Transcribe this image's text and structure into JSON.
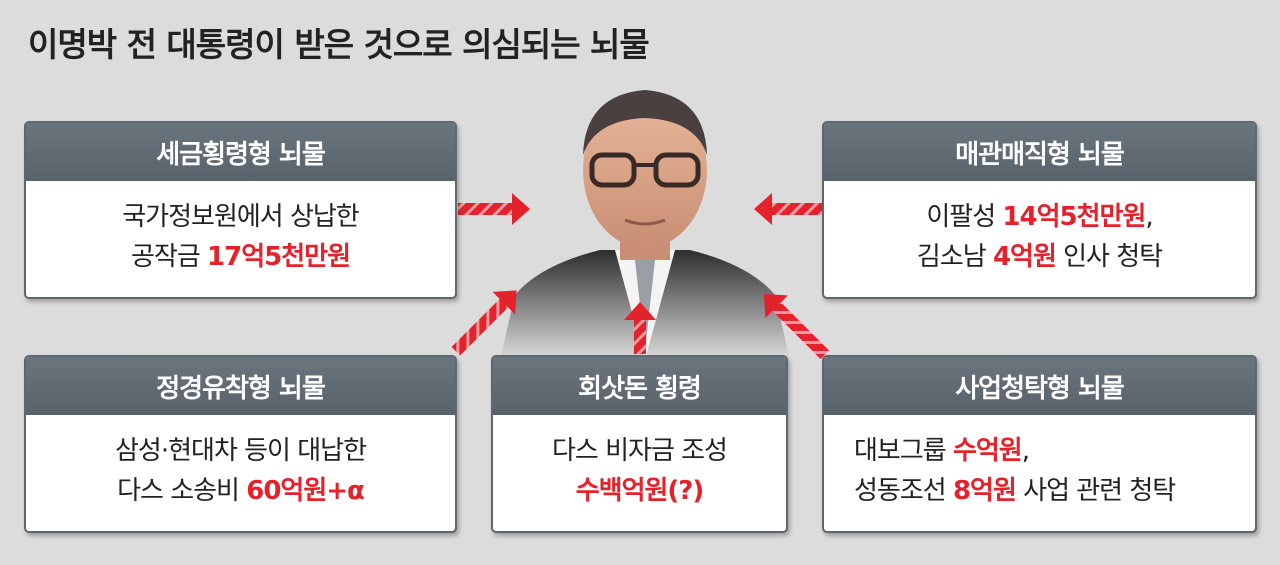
{
  "title": "이명박 전 대통령이 받은 것으로 의심되는 뇌물",
  "colors": {
    "header": "#5f6971",
    "highlight": "#e3222b",
    "arrow": "#e3222b",
    "background": "#dcdcdc"
  },
  "cards": {
    "tax": {
      "title": "세금횡령형 뇌물",
      "line1": "국가정보원에서 상납한",
      "line2_prefix": "공작금 ",
      "line2_amount": "17억5천만원"
    },
    "appointment": {
      "title": "매관매직형 뇌물",
      "line1_prefix": "이팔성 ",
      "line1_amount": "14억5천만원",
      "line1_suffix": ",",
      "line2_prefix": "김소남 ",
      "line2_amount": "4억원",
      "line2_suffix": " 인사 청탁"
    },
    "collusion": {
      "title": "정경유착형 뇌물",
      "line1": "삼성·현대차 등이 대납한",
      "line2_prefix": "다스 소송비 ",
      "line2_amount": "60억원+α"
    },
    "embezzle": {
      "title": "회삿돈 횡령",
      "line1": "다스 비자금 조성",
      "line2_amount": "수백억원(?)"
    },
    "business": {
      "title": "사업청탁형 뇌물",
      "line1_prefix": "대보그룹 ",
      "line1_amount": "수억원",
      "line1_suffix": ",",
      "line2_prefix": "성동조선 ",
      "line2_amount": "8억원",
      "line2_suffix": " 사업 관련 청탁"
    }
  }
}
